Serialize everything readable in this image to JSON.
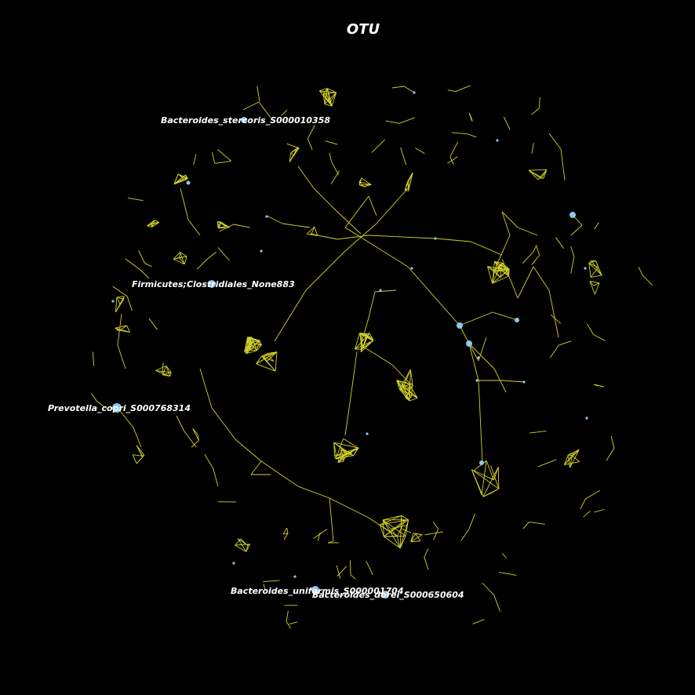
{
  "title": "OTU",
  "colors": {
    "background": "#000000",
    "edge": "#d4d228",
    "node": "#8ec6ee",
    "label": "#ffffff"
  },
  "labels": [
    "Bacteroides_stercoris_S000010358",
    "Firmicutes;Clostridiales_None883",
    "Prevotella_copri_S000768314",
    "Bacteroides_uniformis_S000001704",
    "Bacteroides_dorei_S000650604"
  ]
}
